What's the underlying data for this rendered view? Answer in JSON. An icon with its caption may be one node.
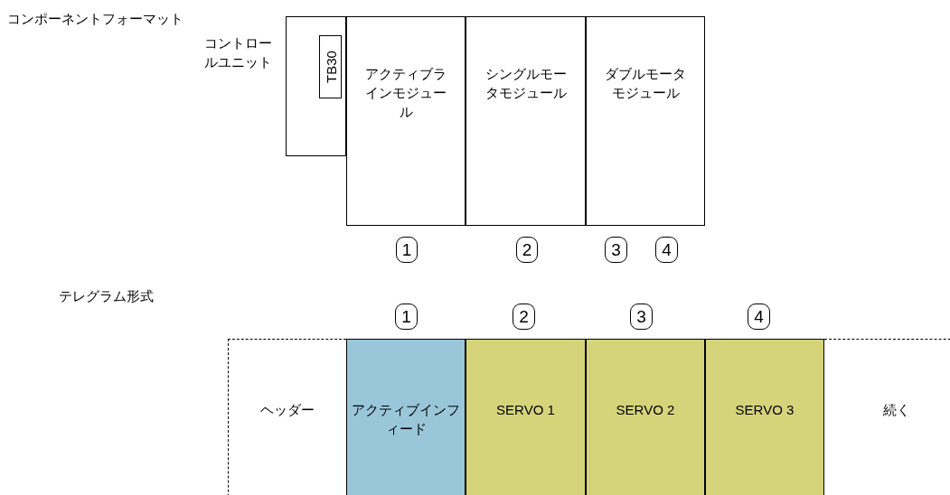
{
  "diagram": {
    "nodes": [
      {
        "text": [
          "コントロールユニット"
        ]
      },
      {
        "text": [
          "TB30"
        ],
        "in": 0
      },
      {
        "text": [
          "アクティブラインモジュール"
        ]
      },
      {
        "text": [
          "シングルモータモジュール"
        ]
      },
      {
        "text": [
          "ダブルモータモジュール"
        ]
      },
      {
        "text": [
          "1"
        ]
      },
      {
        "text": [
          "2"
        ]
      },
      {
        "text": [
          "3"
        ]
      },
      {
        "text": [
          "4"
        ]
      },
      {
        "text": [
          "1"
        ]
      },
      {
        "text": [
          "2"
        ]
      },
      {
        "text": [
          "3"
        ]
      },
      {
        "text": [
          "4"
        ]
      },
      {
        "text": [
          "ヘッダー"
        ]
      },
      {
        "text": [
          "アクティブインフィード"
        ]
      },
      {
        "text": [
          "SERVO 1"
        ]
      },
      {
        "text": [
          "SERVO 2"
        ]
      },
      {
        "text": [
          "SERVO 3"
        ]
      },
      {
        "text": [
          "続く"
        ]
      }
    ],
    "edges": [],
    "labels": [
      "コンポーネントフォーマット",
      "テレグラム形式"
    ]
  }
}
